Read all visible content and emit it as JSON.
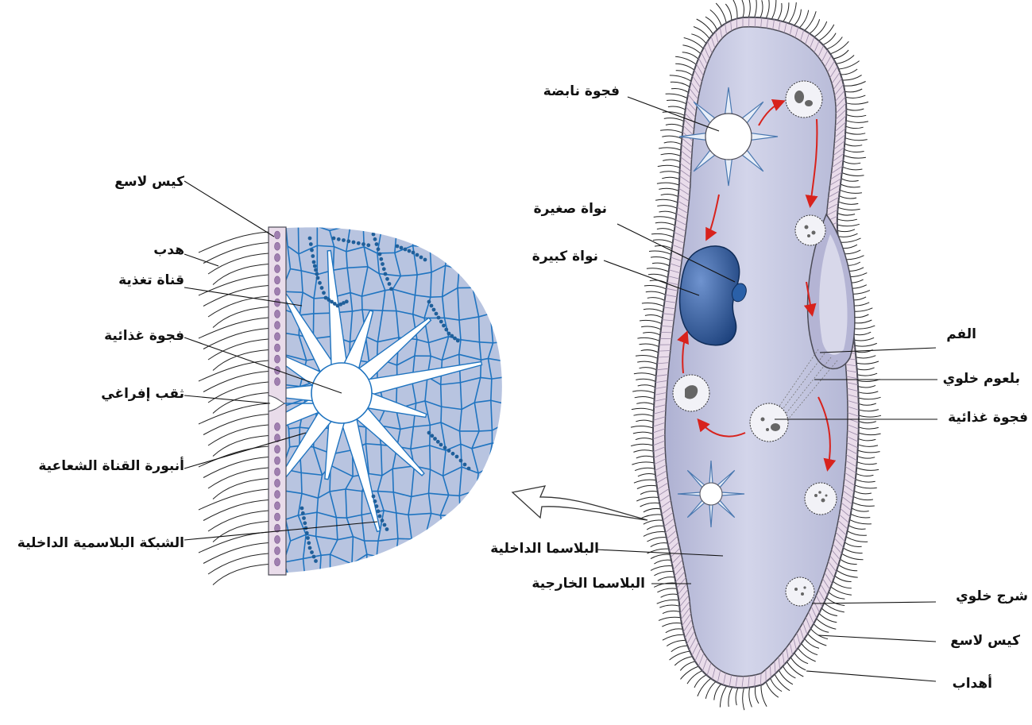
{
  "colors": {
    "cell_body": "#c6c8e0",
    "cell_edge": "#4a4a55",
    "pellicle": "#e9dcea",
    "network_fill": "#b8c4e0",
    "network_line": "#1f74c0",
    "nucleus": "#1e4f92",
    "pore_dots": "#1f5f9a",
    "flow_arrow": "#d8221c",
    "trichocyst": "#a07fb0"
  },
  "labels": {
    "contractile_vacuole": "فجوة نابضة",
    "micronucleus": "نواة صغيرة",
    "macronucleus": "نواة كبيرة",
    "mouth": "الفم",
    "cytopharynx": "بلعوم خلوي",
    "food_vacuole_right": "فجوة غذائية",
    "endoplasm": "البلاسما الداخلية",
    "ectoplasm": "البلاسما الخارجية",
    "anal_pore": "شرج خلوي",
    "trichocyst_right": "كيس لاسع",
    "cilia_right": "أهداب",
    "trichocyst_left": "كيس لاسع",
    "cilium_left": "هدب",
    "feeding_canal": "قناة تغذية",
    "food_vacuole_left": "فجوة غذائية",
    "excretory_pore": "ثقب إفراغي",
    "radial_canal_tube": "أنبورة القناة الشعاعية",
    "endoplasmic_network": "الشبكة البلاسمية الداخلية"
  }
}
